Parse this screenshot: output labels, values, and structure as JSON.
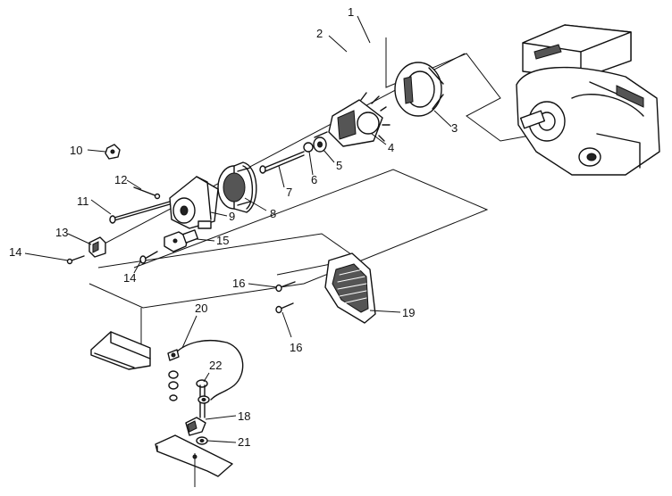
{
  "callouts": [
    "1",
    "2",
    "3",
    "4",
    "5",
    "6",
    "7",
    "8",
    "9",
    "10",
    "11",
    "12",
    "13",
    "14",
    "14",
    "15",
    "16",
    "16",
    "18",
    "19",
    "20",
    "21",
    "22"
  ],
  "colors": {
    "ink": "#111111",
    "paper": "#ffffff"
  }
}
